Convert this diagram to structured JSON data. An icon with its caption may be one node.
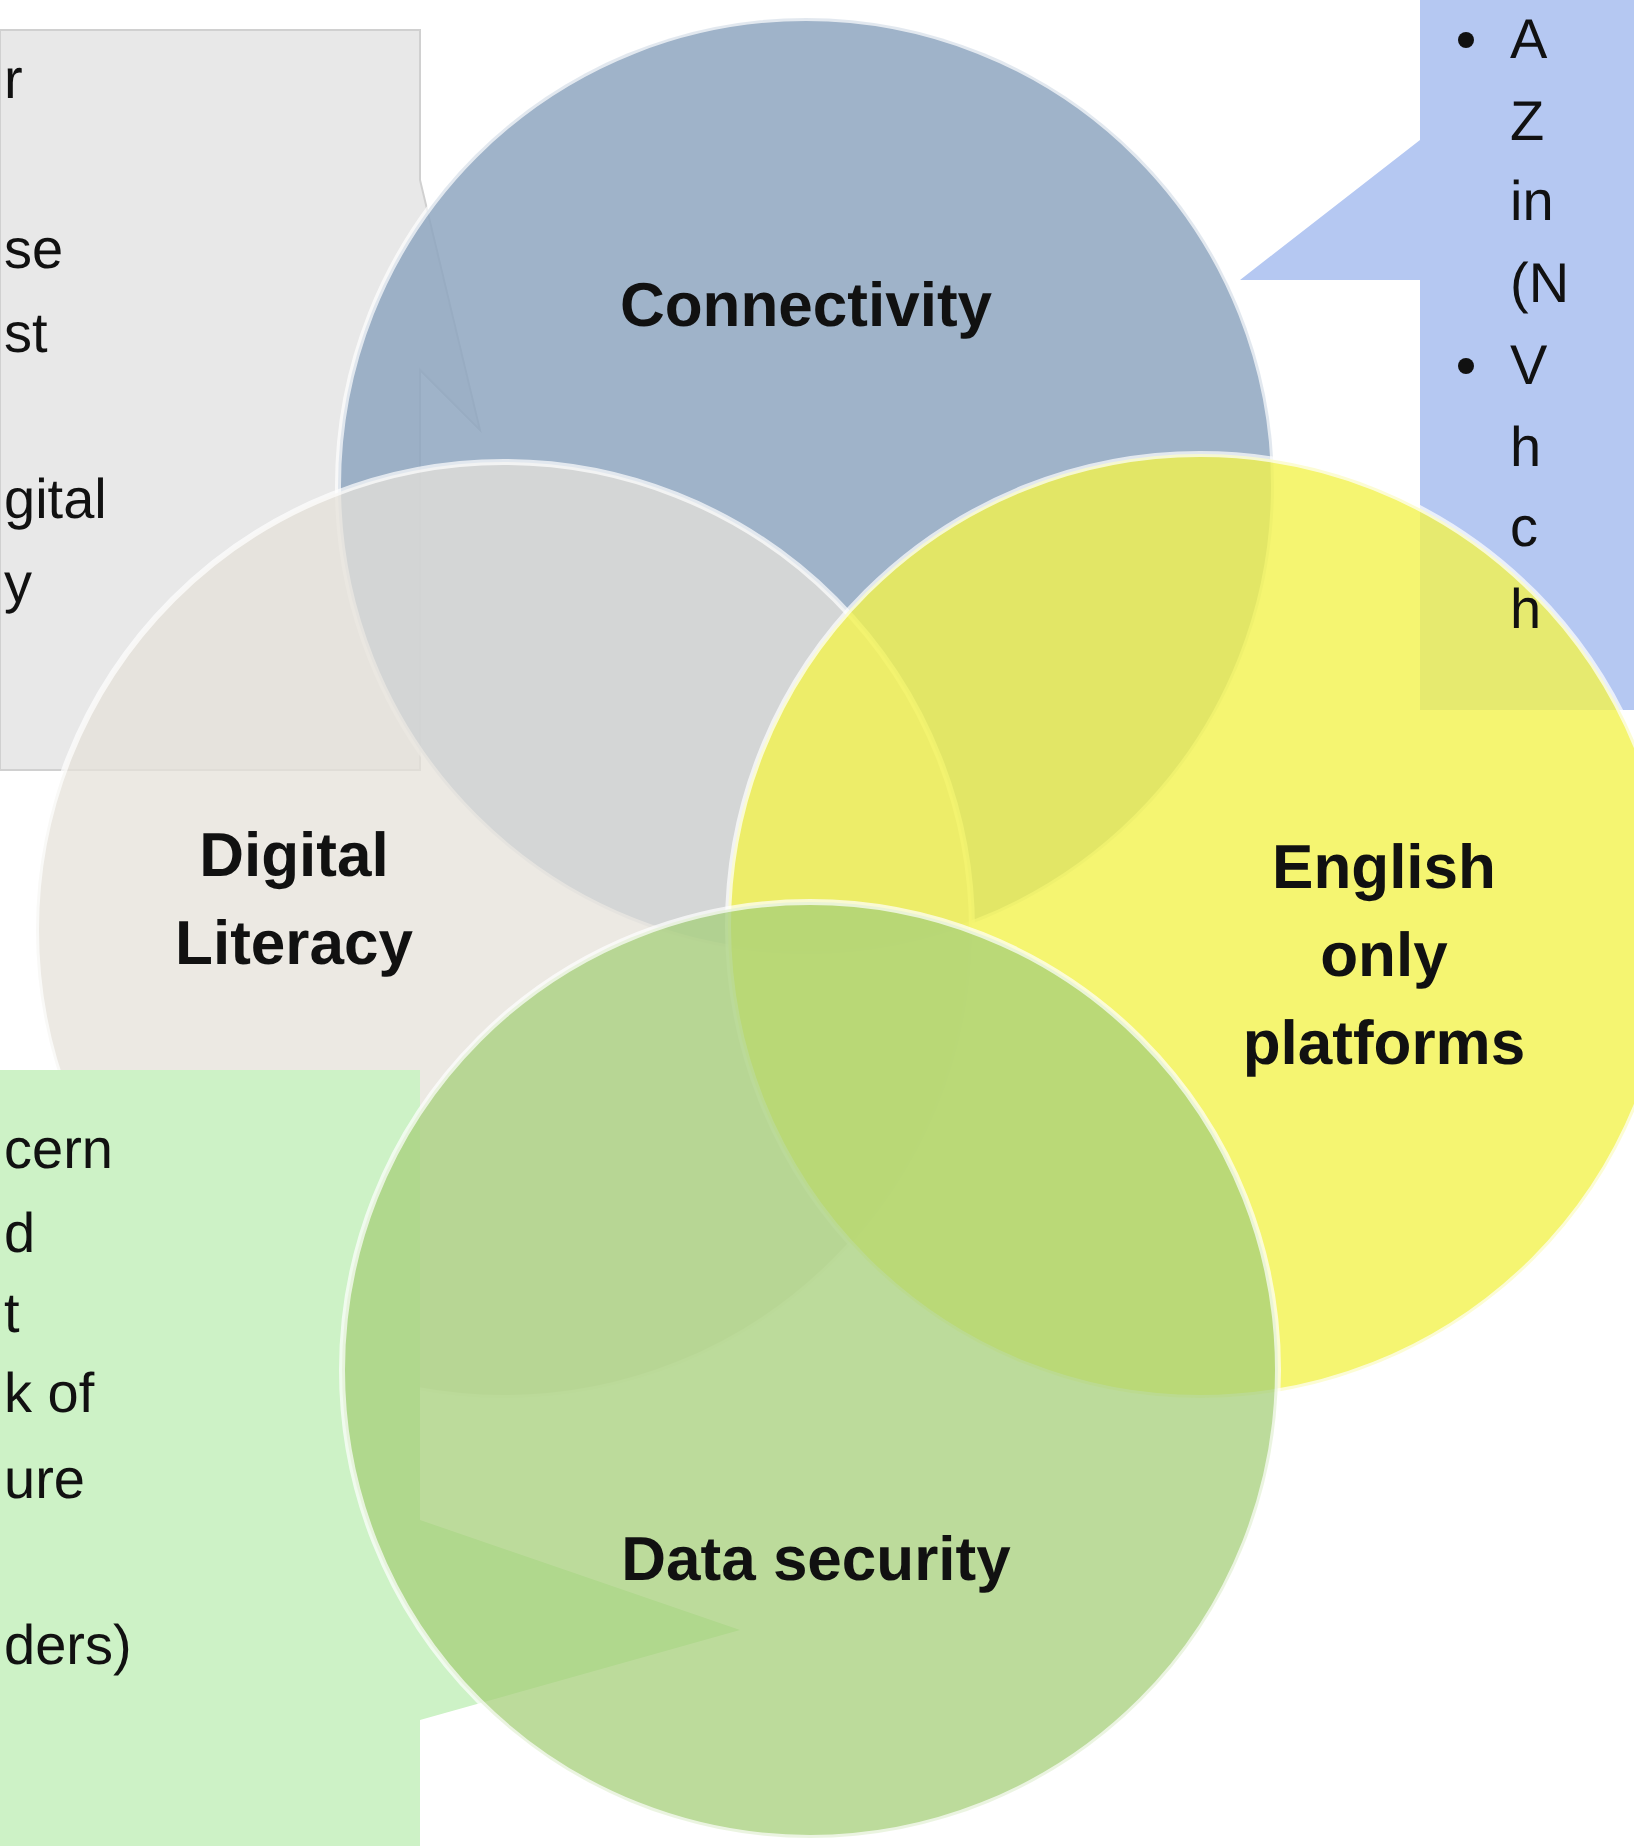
{
  "diagram": {
    "nodes": [
      {
        "text": [
          "r",
          "se",
          "st",
          "gital",
          "y"
        ]
      },
      {
        "text": [
          "Connectivity"
        ]
      },
      {
        "text": [
          "A Z in (N",
          "V h c h"
        ]
      },
      {
        "text": [
          "Digital Literacy"
        ]
      },
      {
        "text": [
          "English only platforms"
        ]
      },
      {
        "text": [
          "cern",
          "d",
          "t",
          "k of",
          "ure",
          "ders)"
        ]
      },
      {
        "text": [
          "Data security"
        ]
      }
    ]
  }
}
